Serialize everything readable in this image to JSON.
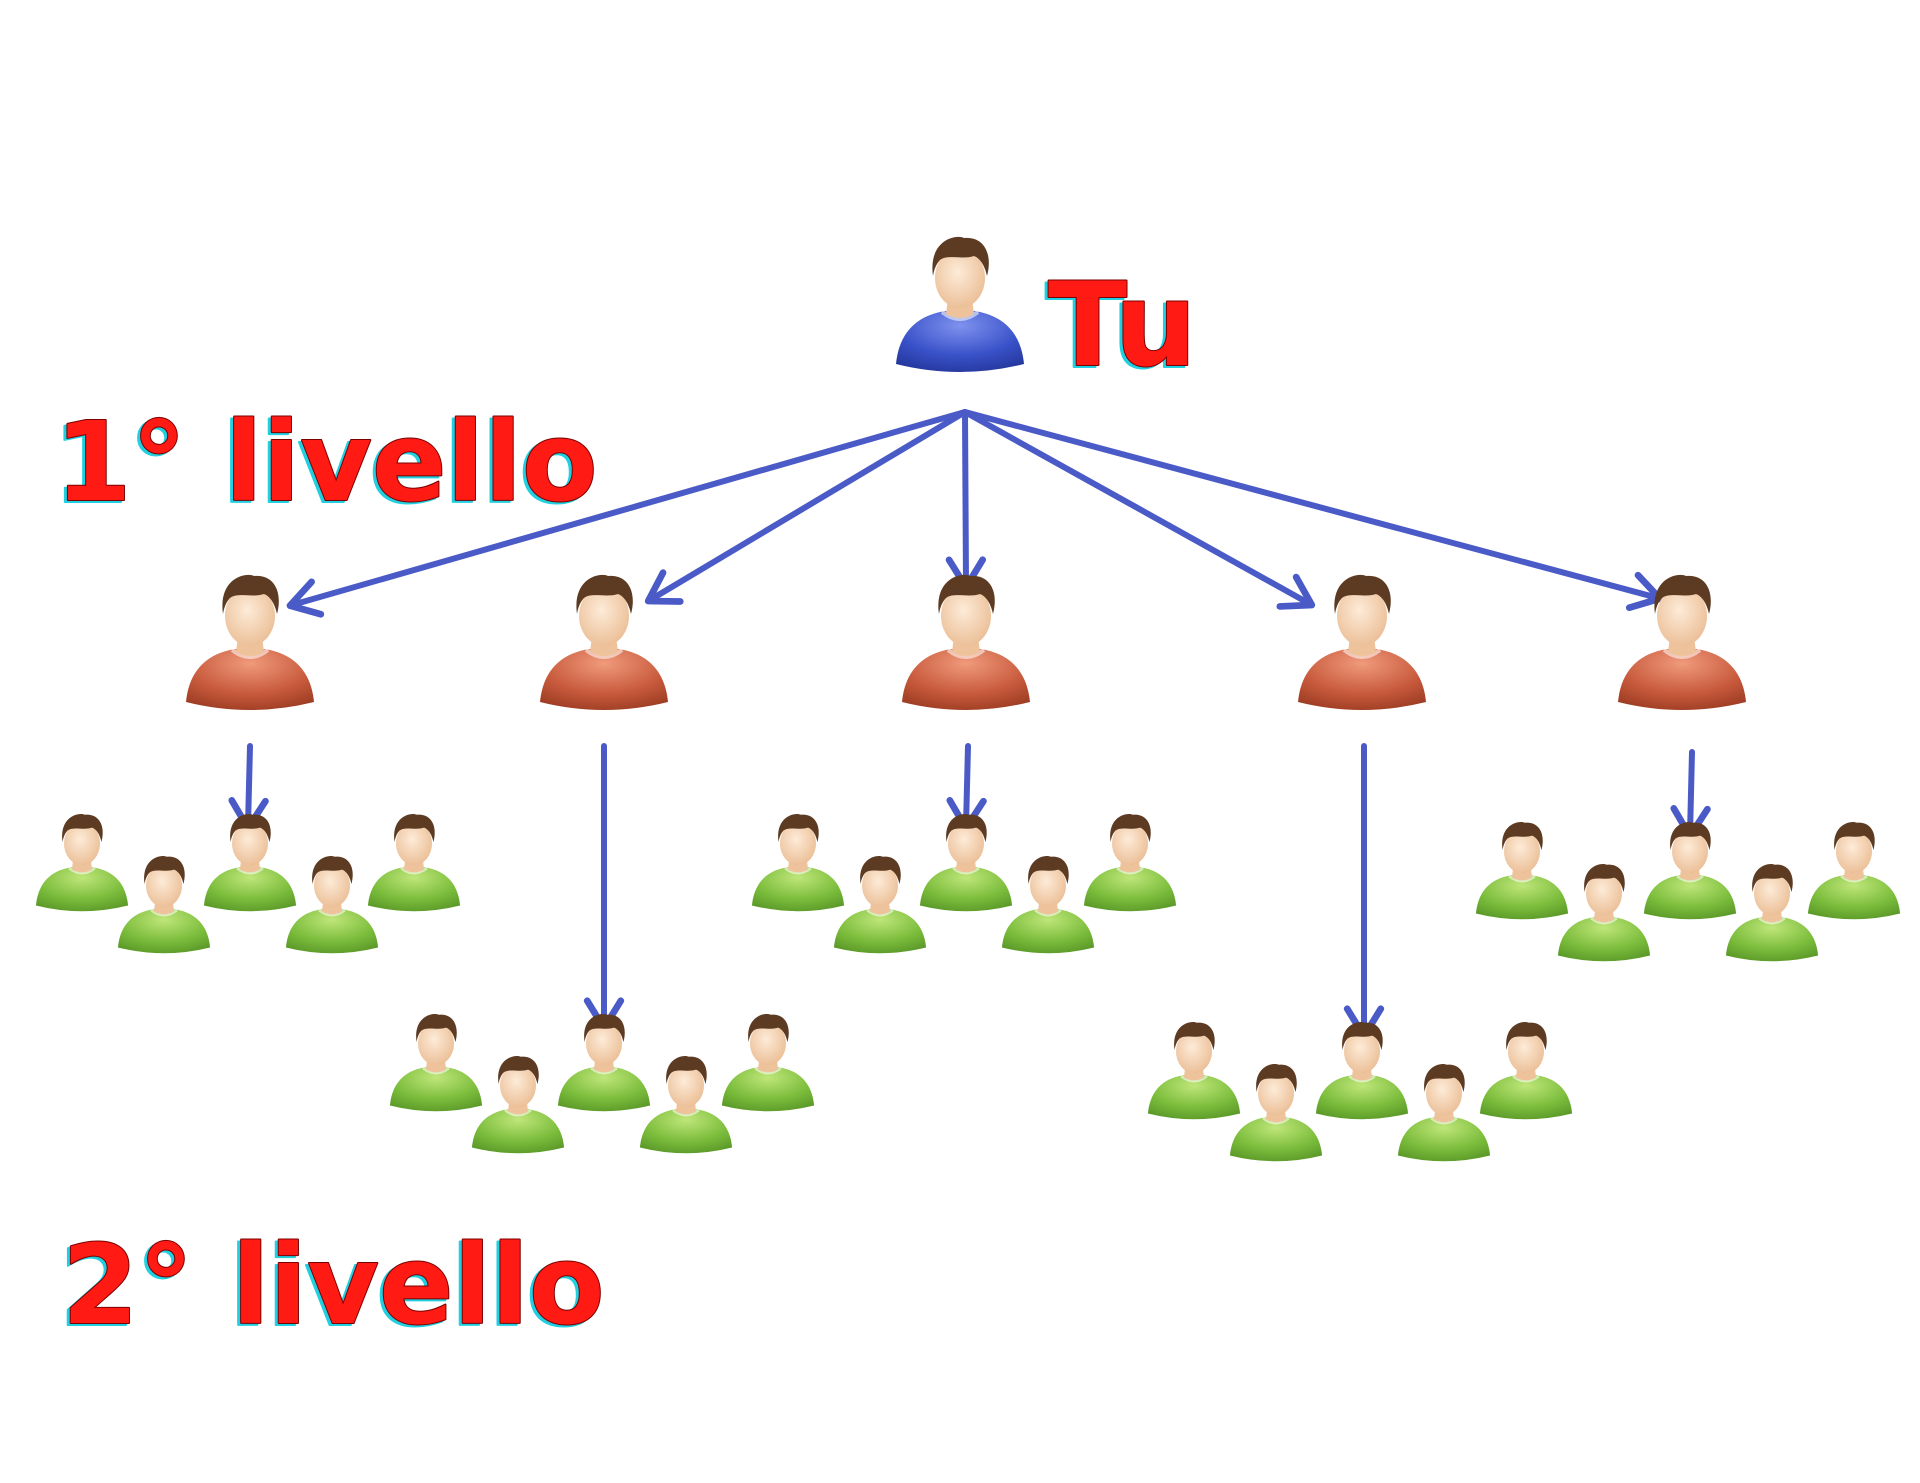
{
  "labels": {
    "you": "Tu",
    "level1": "1° livello",
    "level2": "2° livello"
  },
  "colors": {
    "label_fill": "#ff1a14",
    "label_outline": "#7a0000",
    "label_shadow": "#20d0e0",
    "arrow": "#4a5bc7",
    "you_body": "#3a52c9",
    "level1_body": "#c95b3d",
    "level2_body": "#7cbd3c",
    "skin": "#f6d6b5",
    "hair": "#5c3b22"
  },
  "tree": {
    "root_role": "you",
    "level1_count": 5,
    "level2_group_size": 5,
    "level2_groups_per_level1": 1
  }
}
